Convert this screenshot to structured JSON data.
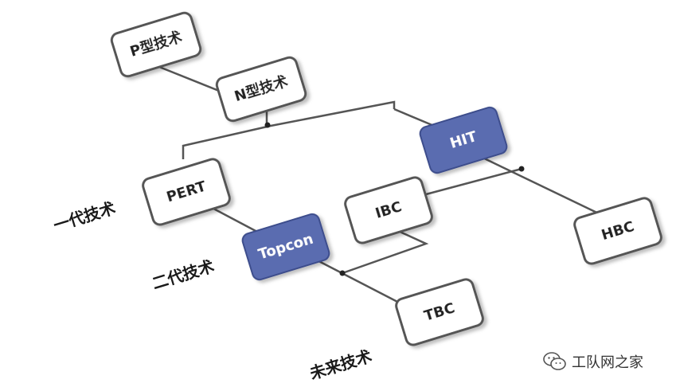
{
  "nodes": {
    "p_type": "P型技术",
    "n_type": "N型技术",
    "hit": "HIT",
    "pert": "PERT",
    "ibc": "IBC",
    "hbc": "HBC",
    "topcon": "Topcon",
    "tbc": "TBC"
  },
  "generations": {
    "first": "一代技术",
    "second": "二代技术",
    "future": "未来技术"
  },
  "watermark": {
    "text": "工队网之家",
    "icon": "wechat-icon"
  },
  "colors": {
    "highlight_fill": "#5a6cb0",
    "box_fill": "#ffffff",
    "box_stroke": "#555555",
    "line": "#555555"
  }
}
